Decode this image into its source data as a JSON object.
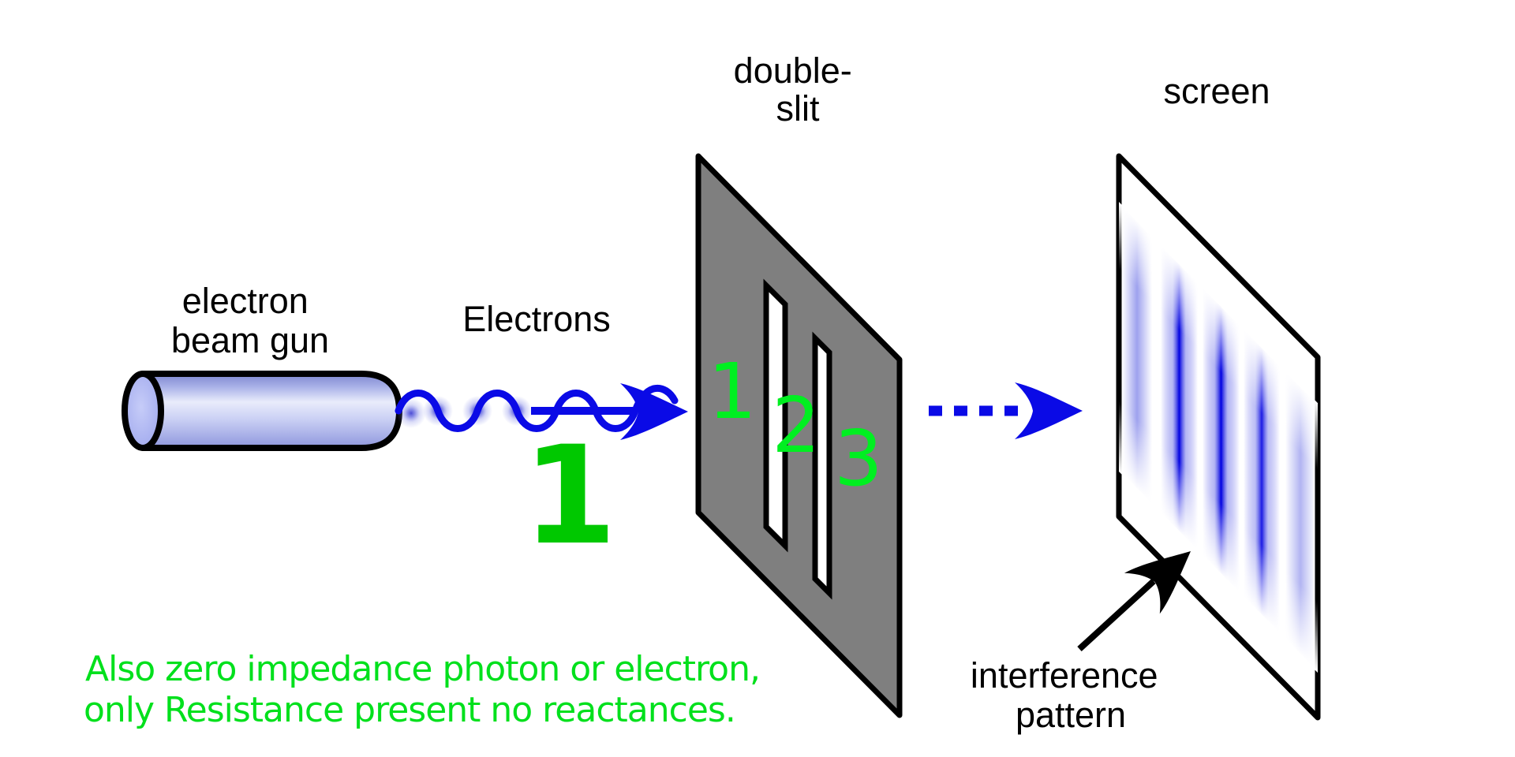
{
  "figure": {
    "gun": {
      "label_line1": "electron",
      "label_line2": "beam gun"
    },
    "electrons": {
      "label": "Electrons",
      "count_marker": "1"
    },
    "double_slit": {
      "label_line1": "double-",
      "label_line2": "slit",
      "slit_markers": [
        "1",
        "2",
        "3"
      ]
    },
    "screen": {
      "label": "screen"
    },
    "interference": {
      "label_line1": "interference",
      "label_line2": "pattern"
    },
    "annotation": {
      "line1": "Also zero impedance photon or electron,",
      "line2": "only Resistance present no reactances."
    },
    "colors": {
      "beam_blue": "#0a0ae6",
      "panel_gray": "#7f7f7f",
      "slit_marker_green": "#00ef21",
      "count_marker_green": "#00c800",
      "annotation_green": "#00e01c",
      "black": "#000000"
    }
  }
}
